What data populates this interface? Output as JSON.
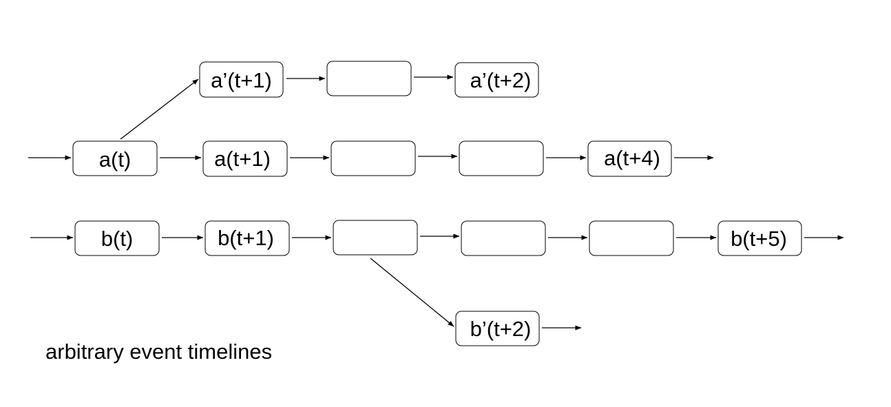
{
  "caption": "arbitrary event timelines",
  "nodes": {
    "a_prime_t1": "a’(t+1)",
    "a_prime_mid": "",
    "a_prime_t2": "a’(t+2)",
    "a_t": "a(t)",
    "a_t1": "a(t+1)",
    "a_mid1": "",
    "a_mid2": "",
    "a_t4": "a(t+4)",
    "b_t": "b(t)",
    "b_t1": "b(t+1)",
    "b_mid1": "",
    "b_mid2": "",
    "b_mid3": "",
    "b_t5": "b(t+5)",
    "b_prime_t2": "b’(t+2)"
  }
}
